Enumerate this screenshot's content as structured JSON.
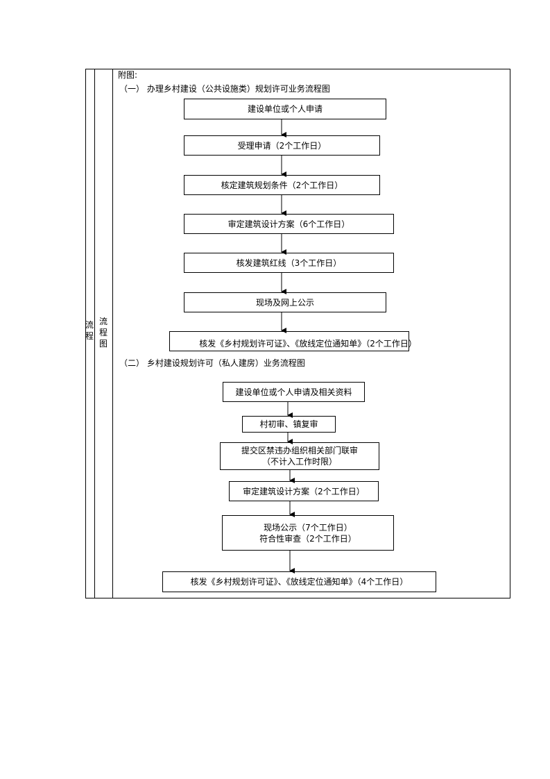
{
  "table": {
    "col1_label": "流程",
    "col2_label": "流程图"
  },
  "appendix_label": "附图:",
  "section1": {
    "title": "（一） 办理乡村建设（公共设施类）规划许可业务流程图",
    "steps": [
      "建设单位或个人申请",
      "受理申请（2个工作日）",
      "核定建筑规划条件（2个工作日）",
      "审定建筑设计方案（6个工作日）",
      "核发建筑红线（3个工作日）",
      "现场及网上公示",
      "核发《乡村规划许可证》、《放线定位通知单》（2个工作日）"
    ]
  },
  "section2": {
    "title": "（二） 乡村建设规划许可（私人建房）业务流程图",
    "steps": [
      "建设单位或个人申请及相关资料",
      "村初审、镇复审",
      "提交区禁违办组织相关部门联审",
      "（不计入工作时限）",
      "审定建筑设计方案（2个工作日）",
      "现场公示（7个工作日）",
      "符合性审查（2个工作日）",
      "核发《乡村规划许可证》、《放线定位通知单》（4个工作日）"
    ]
  }
}
